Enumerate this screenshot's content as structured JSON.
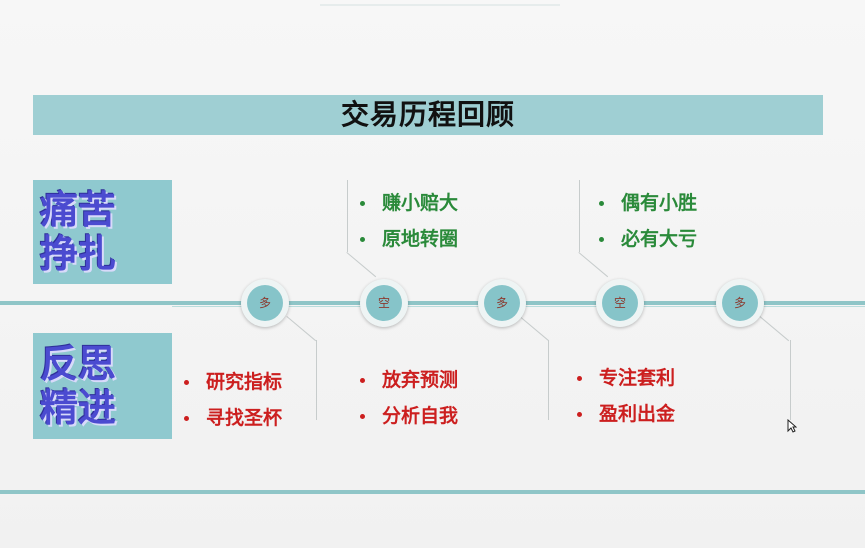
{
  "slide": {
    "title": "交易历程回顾",
    "pain_box": {
      "line1": "痛苦",
      "line2": "挣扎"
    },
    "reflect_box": {
      "line1": "反思",
      "line2": "精进"
    },
    "timeline_nodes": [
      {
        "label": "多"
      },
      {
        "label": "空"
      },
      {
        "label": "多"
      },
      {
        "label": "空"
      },
      {
        "label": "多"
      }
    ],
    "upper_groups": [
      {
        "items": [
          "赚小赔大",
          "原地转圈"
        ]
      },
      {
        "items": [
          "偶有小胜",
          "必有大亏"
        ]
      }
    ],
    "lower_groups": [
      {
        "items": [
          "研究指标",
          "寻找圣杯"
        ]
      },
      {
        "items": [
          "放弃预测",
          "分析自我"
        ]
      },
      {
        "items": [
          "专注套利",
          "盈利出金"
        ]
      }
    ],
    "colors": {
      "title_band": "#9fcfd3",
      "side_box": "#8fc9cf",
      "side_text": "#4b4bd0",
      "timeline": "#8fc5c7",
      "upper_text": "#2a8a3a",
      "lower_text": "#cc1f1f"
    },
    "cursor_icon": "mouse-pointer-icon"
  }
}
